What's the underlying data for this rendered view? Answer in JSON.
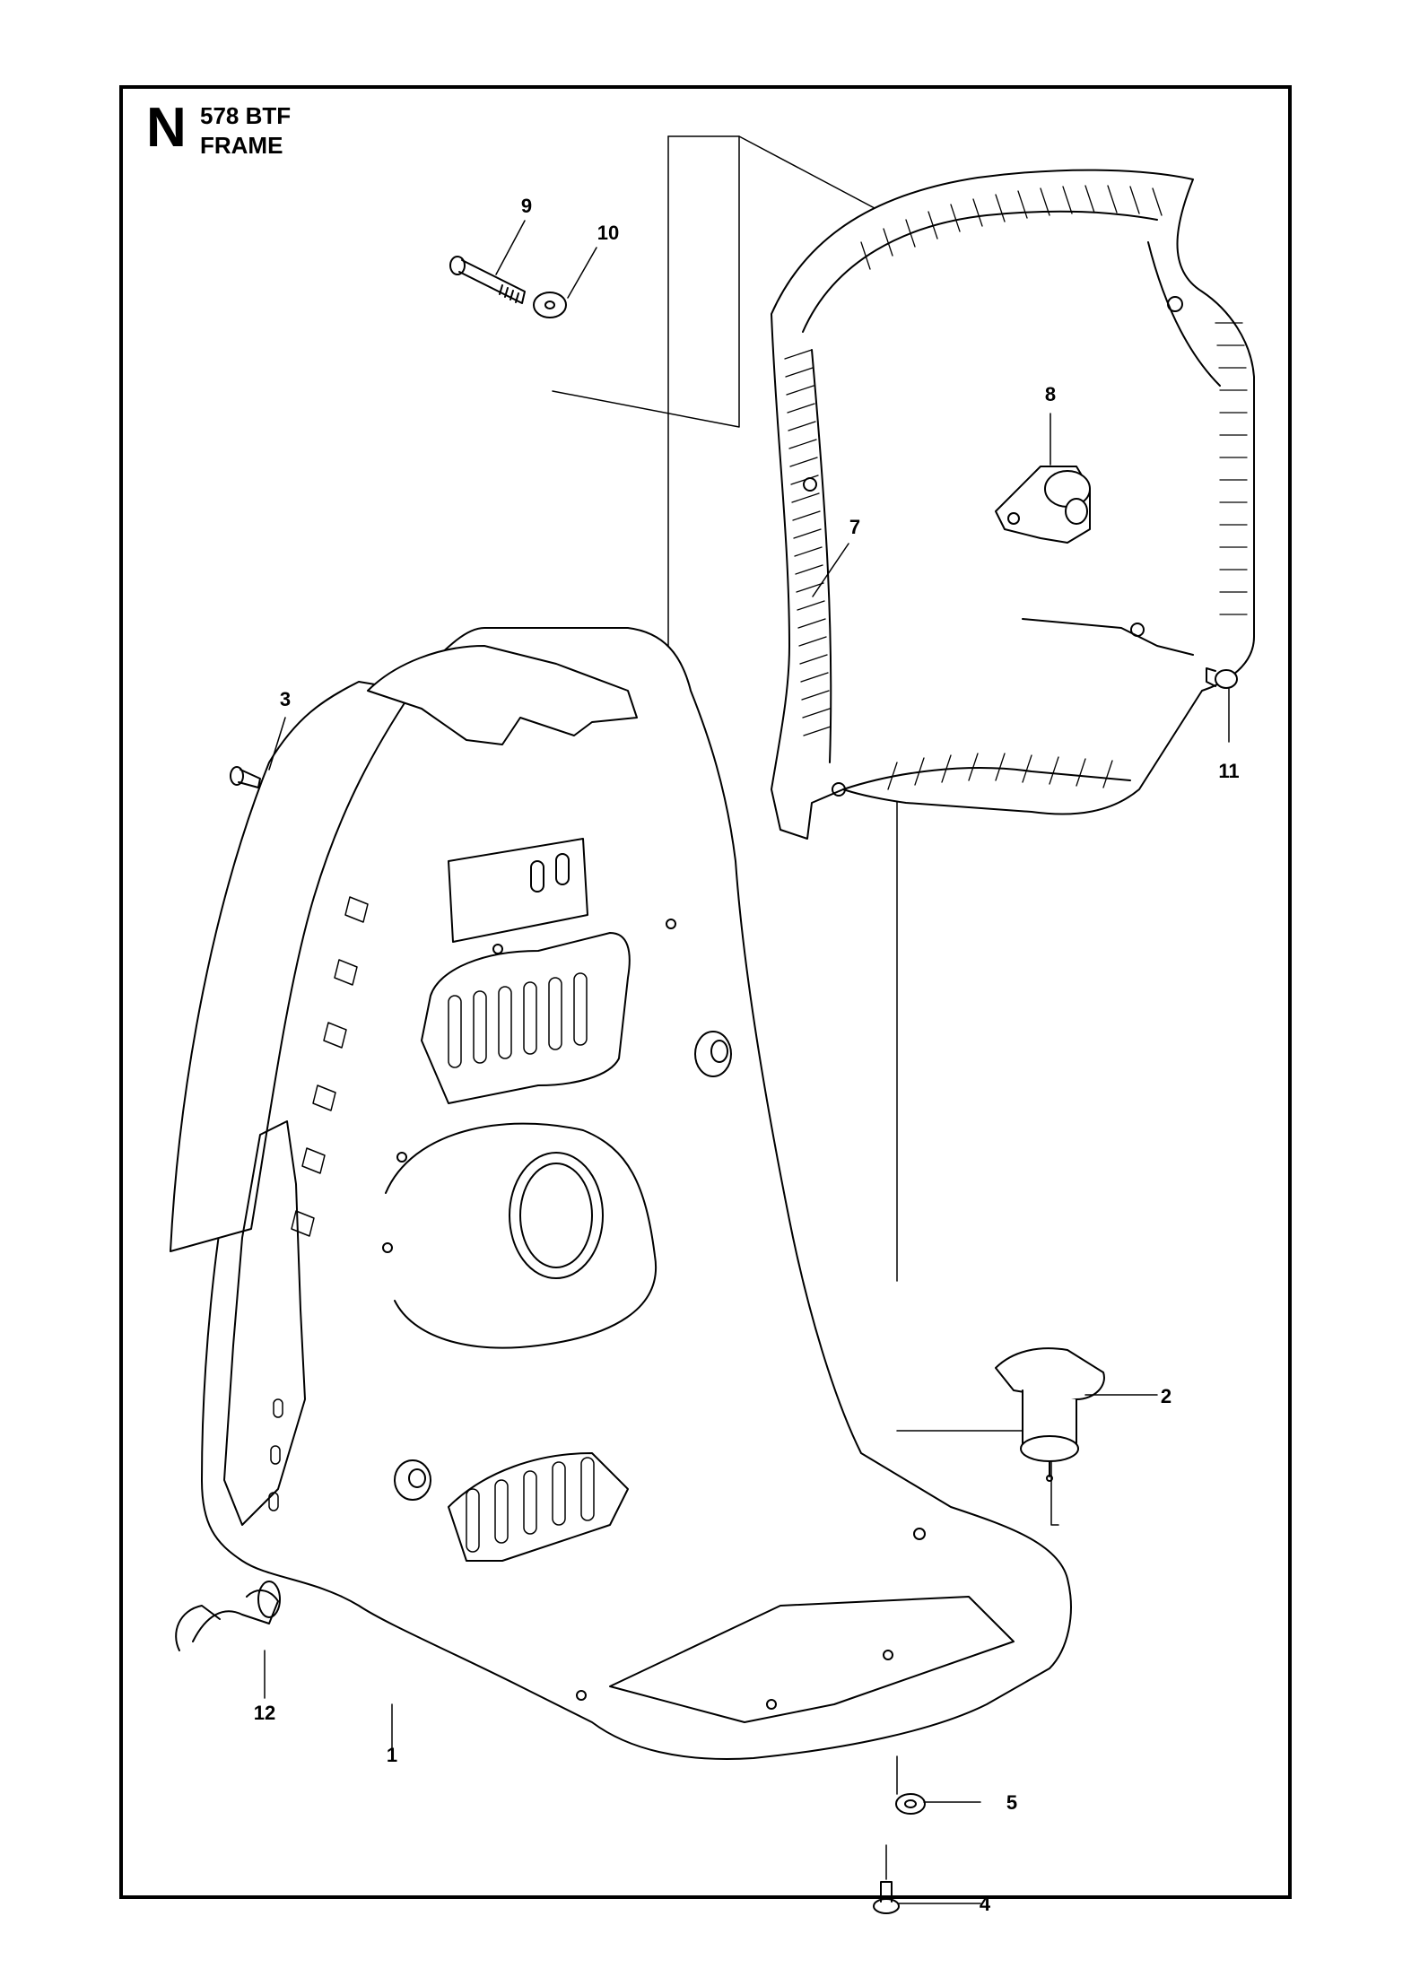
{
  "header": {
    "section_letter": "N",
    "model": "578 BTF",
    "subtitle": "FRAME"
  },
  "callouts": [
    {
      "id": "1",
      "label": "1"
    },
    {
      "id": "2",
      "label": "2"
    },
    {
      "id": "3",
      "label": "3"
    },
    {
      "id": "4",
      "label": "4"
    },
    {
      "id": "5",
      "label": "5"
    },
    {
      "id": "7",
      "label": "7"
    },
    {
      "id": "8",
      "label": "8"
    },
    {
      "id": "9",
      "label": "9"
    },
    {
      "id": "10",
      "label": "10"
    },
    {
      "id": "11",
      "label": "11"
    },
    {
      "id": "12",
      "label": "12"
    }
  ],
  "parts": [
    {
      "callout": "1",
      "name": "backpack-frame"
    },
    {
      "callout": "2",
      "name": "foot-pad"
    },
    {
      "callout": "3",
      "name": "screw"
    },
    {
      "callout": "4",
      "name": "screw"
    },
    {
      "callout": "5",
      "name": "washer"
    },
    {
      "callout": "7",
      "name": "engine-guard"
    },
    {
      "callout": "8",
      "name": "vibration-damper"
    },
    {
      "callout": "9",
      "name": "bolt"
    },
    {
      "callout": "10",
      "name": "washer"
    },
    {
      "callout": "11",
      "name": "grommet"
    },
    {
      "callout": "12",
      "name": "hook"
    }
  ],
  "colors": {
    "line": "#000000",
    "background": "#ffffff",
    "part_fill": "#ffffff",
    "shade": "#d9d9d9"
  }
}
